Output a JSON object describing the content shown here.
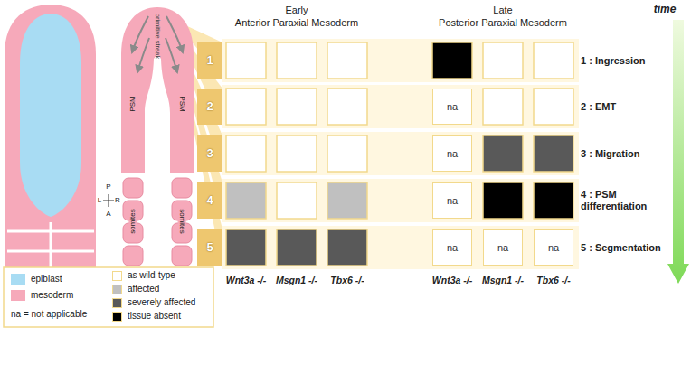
{
  "diagram": {
    "nodes": [
      {
        "text": [
          "na"
        ]
      },
      {
        "text": [
          "na"
        ]
      },
      {
        "text": [
          "na"
        ]
      },
      {
        "text": [
          "na"
        ]
      },
      {
        "text": [
          "na"
        ]
      },
      {
        "text": [
          "na"
        ]
      }
    ],
    "labels": [
      "primitive streak",
      "PSM",
      "PSM",
      "somites",
      "somites",
      "P",
      "L",
      "R",
      "A",
      "Early",
      "Anterior Paraxial Mesoderm",
      "Late",
      "Posterior Paraxial Mesoderm",
      "1",
      "2",
      "3",
      "4",
      "5",
      "Wnt3a -/-",
      "Msgn1 -/-",
      "Tbx6 -/-",
      "Wnt3a -/-",
      "Msgn1 -/-",
      "Tbx6 -/-",
      "time",
      "1 : Ingression",
      "2 : EMT",
      "3 : Migration",
      "4 : PSM differentiation",
      "5 : Segmentation"
    ],
    "legend": [
      {
        "text": "epiblast",
        "color": "#a8dcf3"
      },
      {
        "text": "mesoderm",
        "color": "#f6a9ba"
      },
      {
        "text": "na = not applicable"
      },
      {
        "text": "as wild-type",
        "color": "#ffffff"
      },
      {
        "text": "affected",
        "color": "#c0c0c0"
      },
      {
        "text": "severely affected",
        "color": "#595959"
      },
      {
        "text": "tissue absent",
        "color": "#000000"
      }
    ]
  }
}
